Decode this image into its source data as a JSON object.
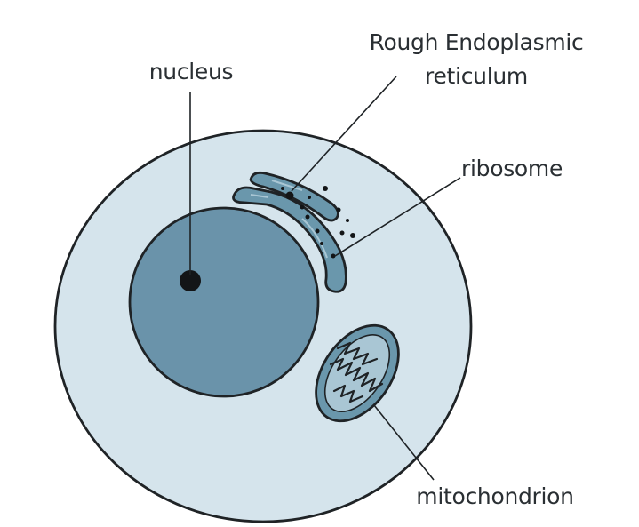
{
  "labels": {
    "nucleus": "nucleus",
    "rer_line1": "Rough Endoplasmic",
    "rer_line2": "reticulum",
    "ribosome": "ribosome",
    "mitochondrion": "mitochondrion"
  },
  "colors": {
    "cytoplasm": "#d5e4ec",
    "nucleus": "#6a93aa",
    "organelle": "#6a97ac",
    "organelle_inner": "#a9c6d4",
    "outline": "#1f2326",
    "dot": "#131517"
  }
}
